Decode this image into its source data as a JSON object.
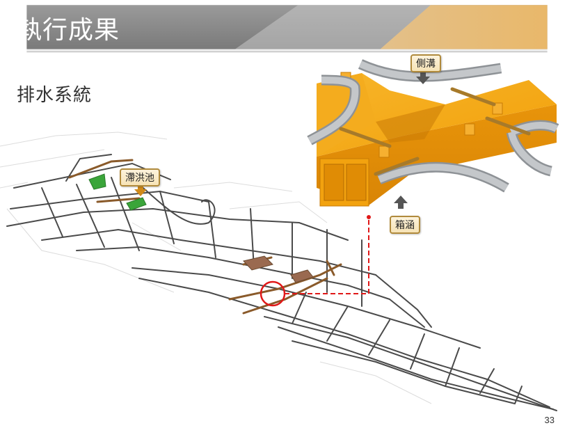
{
  "slide": {
    "title": "執行成果",
    "subtitle": "排水系統",
    "page_number": "33"
  },
  "labels": {
    "detention_pond": "滯洪池",
    "side_ditch": "側溝",
    "box_culvert": "箱涵"
  },
  "colors": {
    "header_grey": "#8a8a8a",
    "header_gold": "#d7a85a",
    "culvert_orange": "#f2a20f",
    "ditch_grey": "#b9bcc0",
    "pond_green": "#3aa53a",
    "drain_brown": "#8a5a2a",
    "highlight_red": "#e01818"
  }
}
